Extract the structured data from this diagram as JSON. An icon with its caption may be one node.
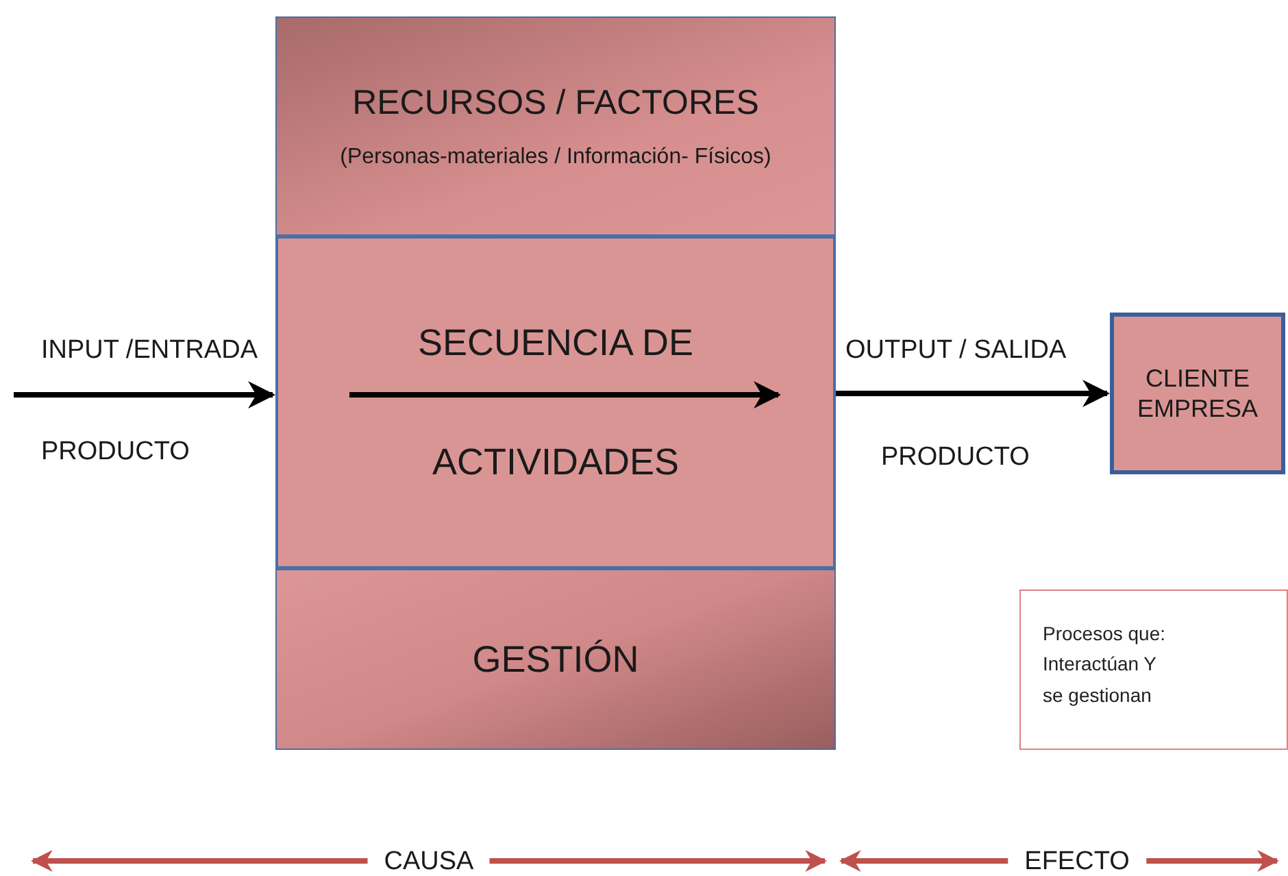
{
  "diagram": {
    "nodes": [
      {
        "text": [
          "RECURSOS / FACTORES",
          "(Personas-materiales / Información- Físicos)"
        ]
      },
      {
        "text": [
          "SECUENCIA DE",
          "ACTIVIDADES"
        ]
      },
      {
        "text": [
          "GESTIÓN"
        ]
      },
      {
        "text": [
          "CLIENTE EMPRESA"
        ]
      },
      {
        "text": [
          "Procesos que: Interactúan Y se gestionan"
        ]
      }
    ],
    "edges": [
      {
        "from": null,
        "to": 1,
        "arrow": "to"
      },
      {
        "from": 1,
        "to": 3,
        "arrow": "to"
      }
    ],
    "labels": [
      "INPUT /ENTRADA",
      "PRODUCTO",
      "OUTPUT / SALIDA",
      "PRODUCTO",
      "CAUSA",
      "EFECTO"
    ]
  }
}
